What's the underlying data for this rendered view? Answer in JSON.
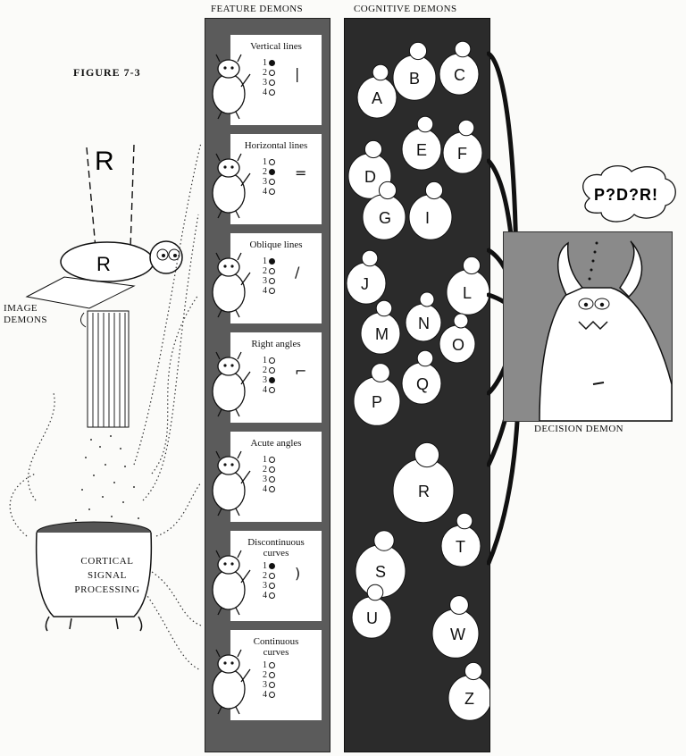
{
  "figure": {
    "title": "FIGURE 7-3"
  },
  "labels": {
    "feature_demons": "FEATURE DEMONS",
    "cognitive_demons": "COGNITIVE DEMONS",
    "image_demons_line1": "IMAGE",
    "image_demons_line2": "DEMONS",
    "decision_demon": "DECISION DEMON",
    "cortical_line1": "CORTICAL",
    "cortical_line2": "SIGNAL",
    "cortical_line3": "PROCESSING"
  },
  "input_letter": "R",
  "feature_demons": [
    {
      "title_line1": "Vertical lines",
      "title_line2": "",
      "options": [
        "1",
        "2",
        "3",
        "4"
      ],
      "filled": [
        true,
        false,
        false,
        false
      ],
      "glyph": "|"
    },
    {
      "title_line1": "Horizontal lines",
      "title_line2": "",
      "options": [
        "1",
        "2",
        "3",
        "4"
      ],
      "filled": [
        false,
        true,
        false,
        false
      ],
      "glyph": "="
    },
    {
      "title_line1": "Oblique lines",
      "title_line2": "",
      "options": [
        "1",
        "2",
        "3",
        "4"
      ],
      "filled": [
        true,
        false,
        false,
        false
      ],
      "glyph": "/"
    },
    {
      "title_line1": "Right angles",
      "title_line2": "",
      "options": [
        "1",
        "2",
        "3",
        "4"
      ],
      "filled": [
        false,
        false,
        true,
        false
      ],
      "glyph": "⌐"
    },
    {
      "title_line1": "Acute angles",
      "title_line2": "",
      "options": [
        "1",
        "2",
        "3",
        "4"
      ],
      "filled": [
        false,
        false,
        false,
        false
      ],
      "glyph": ""
    },
    {
      "title_line1": "Discontinuous",
      "title_line2": "curves",
      "options": [
        "1",
        "2",
        "3",
        "4"
      ],
      "filled": [
        true,
        false,
        false,
        false
      ],
      "glyph": ")"
    },
    {
      "title_line1": "Continuous",
      "title_line2": "curves",
      "options": [
        "1",
        "2",
        "3",
        "4"
      ],
      "filled": [
        false,
        false,
        false,
        false
      ],
      "glyph": ""
    }
  ],
  "cognitive_demons": [
    "A",
    "B",
    "C",
    "D",
    "E",
    "F",
    "G",
    "I",
    "J",
    "L",
    "M",
    "N",
    "O",
    "P",
    "Q",
    "R",
    "S",
    "T",
    "U",
    "W",
    "Z"
  ],
  "decision": {
    "speech": "P?D?R!"
  }
}
